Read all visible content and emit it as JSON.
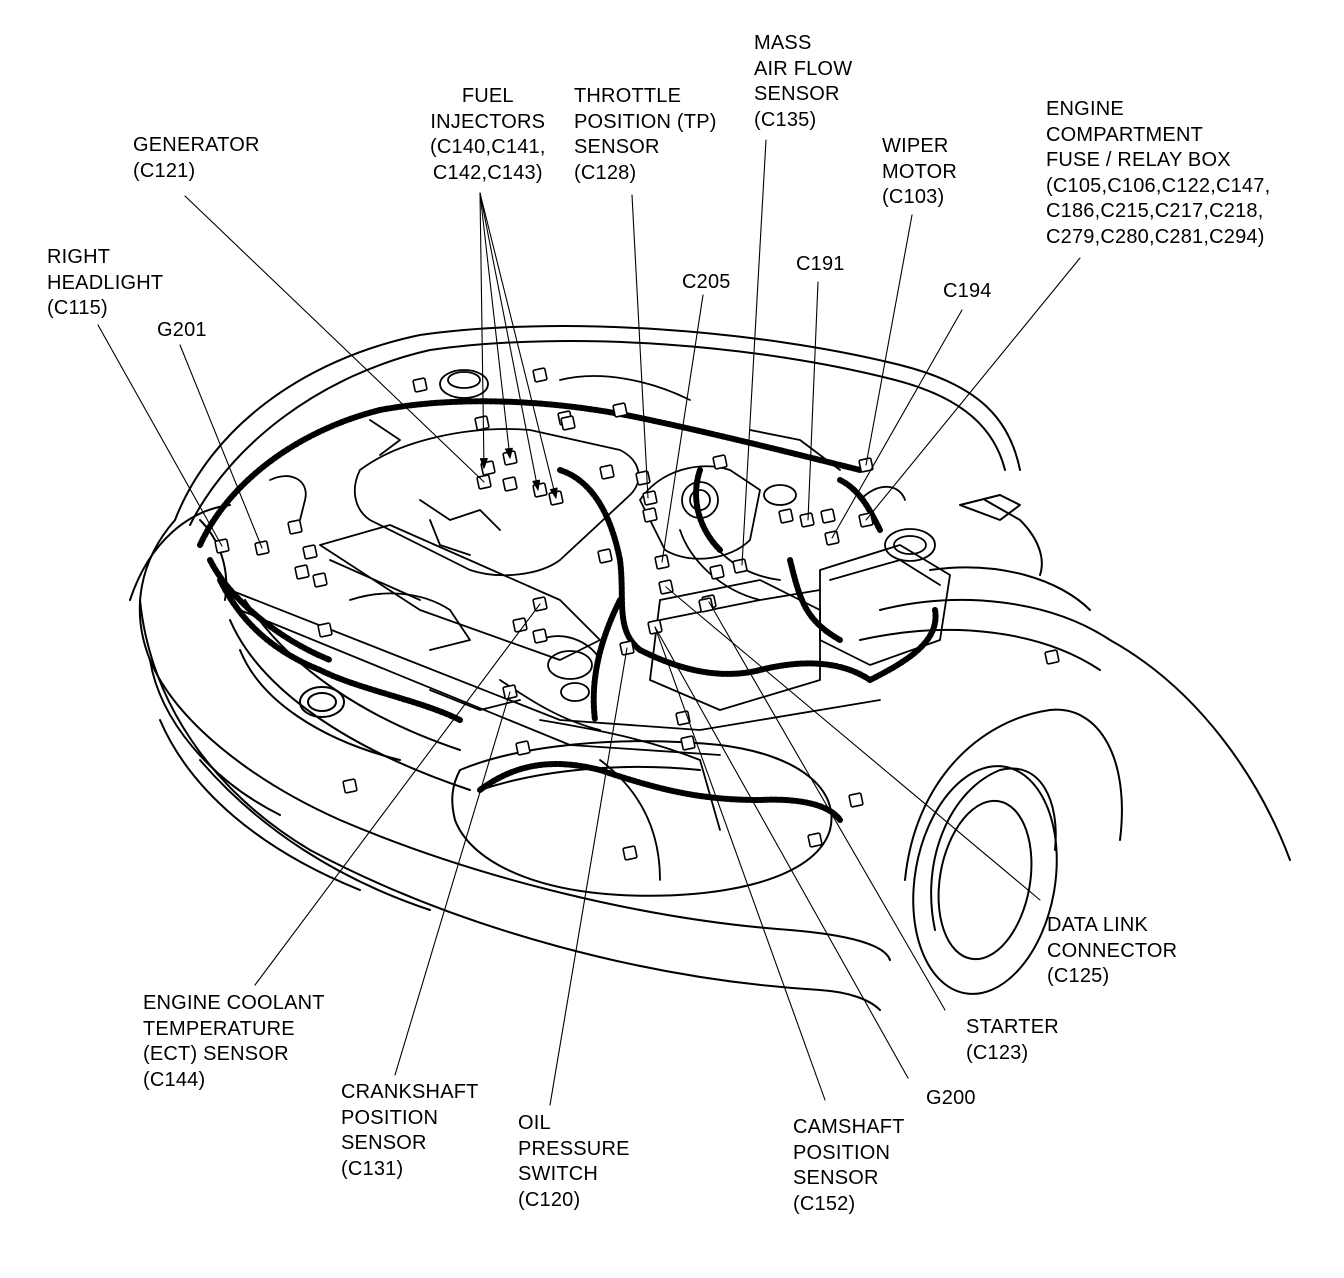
{
  "labels": {
    "generator": [
      "GENERATOR",
      "(C121)"
    ],
    "fuel_injectors": [
      "FUEL",
      "INJECTORS",
      "(C140,C141,",
      "C142,C143)"
    ],
    "throttle_position_sensor": [
      "THROTTLE",
      "POSITION (TP)",
      "SENSOR",
      "(C128)"
    ],
    "mass_air_flow_sensor": [
      "MASS",
      "AIR FLOW",
      "SENSOR",
      "(C135)"
    ],
    "wiper_motor": [
      "WIPER",
      "MOTOR",
      "(C103)"
    ],
    "engine_compartment_fuse_relay_box": [
      "ENGINE",
      "COMPARTMENT",
      "FUSE / RELAY BOX",
      "(C105,C106,C122,C147,",
      "C186,C215,C217,C218,",
      "C279,C280,C281,C294)"
    ],
    "right_headlight": [
      "RIGHT",
      "HEADLIGHT",
      "(C115)"
    ],
    "g201": [
      "G201"
    ],
    "c205": [
      "C205"
    ],
    "c191": [
      "C191"
    ],
    "c194": [
      "C194"
    ],
    "data_link_connector": [
      "DATA LINK",
      "CONNECTOR",
      "(C125)"
    ],
    "starter": [
      "STARTER",
      "(C123)"
    ],
    "g200": [
      "G200"
    ],
    "engine_coolant_temperature_sensor": [
      "ENGINE COOLANT",
      "TEMPERATURE",
      "(ECT) SENSOR",
      "(C144)"
    ],
    "crankshaft_position_sensor": [
      "CRANKSHAFT",
      "POSITION",
      "SENSOR",
      "(C131)"
    ],
    "oil_pressure_switch": [
      "OIL",
      "PRESSURE",
      "SWITCH",
      "(C120)"
    ],
    "camshaft_position_sensor": [
      "CAMSHAFT",
      "POSITION",
      "SENSOR",
      "(C152)"
    ]
  },
  "colors": {
    "ink": "#000000",
    "paper": "#ffffff"
  }
}
